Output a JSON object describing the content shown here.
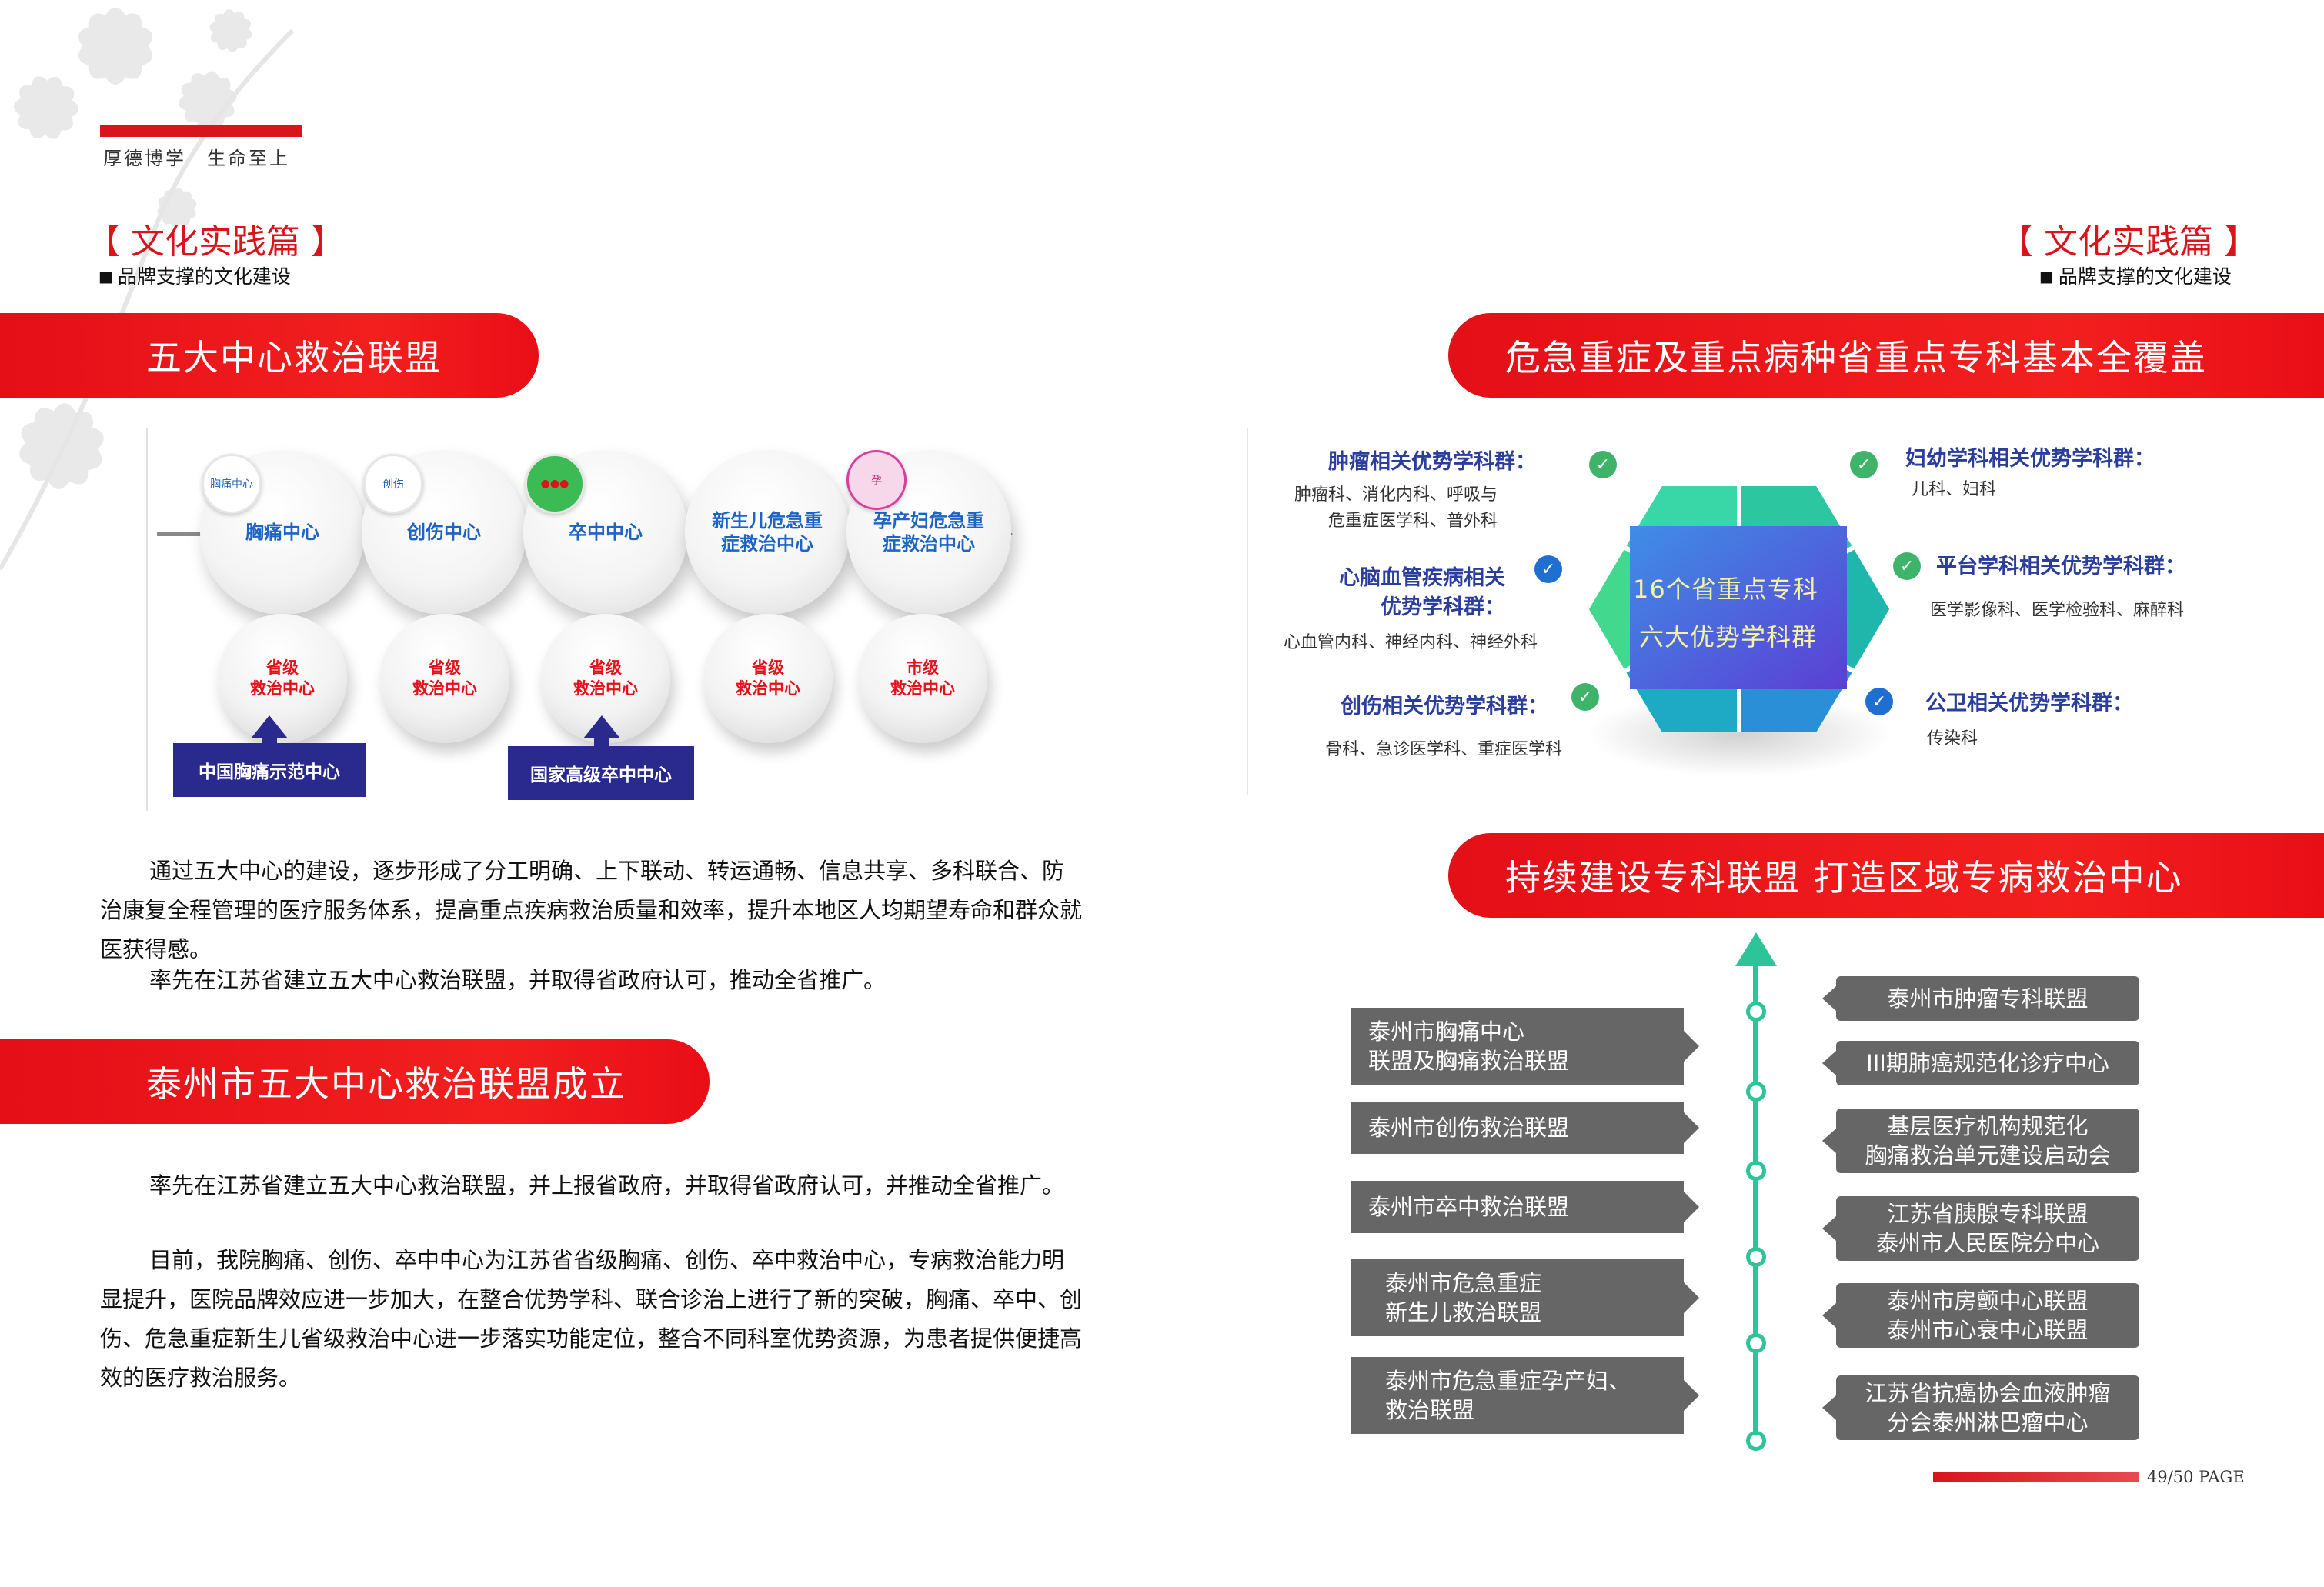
{
  "header": {
    "motto": "厚德博学　生命至上"
  },
  "left": {
    "section_title": "【 文化实践篇 】",
    "section_sub": "品牌支撑的文化建设",
    "banner1": "五大中心救治联盟",
    "centers": [
      {
        "label_line1": "胸痛中心",
        "label_line2": "",
        "level_line1": "省级",
        "level_line2": "救治中心",
        "logo": "胸痛中心"
      },
      {
        "label_line1": "创伤中心",
        "label_line2": "",
        "level_line1": "省级",
        "level_line2": "救治中心",
        "logo": "创伤"
      },
      {
        "label_line1": "卒中中心",
        "label_line2": "",
        "level_line1": "省级",
        "level_line2": "救治中心",
        "logo": "●●●"
      },
      {
        "label_line1": "新生儿危急重",
        "label_line2": "症救治中心",
        "level_line1": "省级",
        "level_line2": "救治中心",
        "logo": ""
      },
      {
        "label_line1": "孕产妇危急重",
        "label_line2": "症救治中心",
        "level_line1": "市级",
        "level_line2": "救治中心",
        "logo": "孕"
      }
    ],
    "badge1": "中国胸痛示范中心",
    "badge2": "国家高级卒中中心",
    "para1": "通过五大中心的建设，逐步形成了分工明确、上下联动、转运通畅、信息共享、多科联合、防治康复全程管理的医疗服务体系，提高重点疾病救治质量和效率，提升本地区人均期望寿命和群众就医获得感。",
    "para2": "率先在江苏省建立五大中心救治联盟，并取得省政府认可，推动全省推广。",
    "banner2": "泰州市五大中心救治联盟成立",
    "para3": "率先在江苏省建立五大中心救治联盟，并上报省政府，并取得省政府认可，并推动全省推广。",
    "para4": "目前，我院胸痛、创伤、卒中中心为江苏省省级胸痛、创伤、卒中救治中心，专病救治能力明显提升，医院品牌效应进一步加大，在整合优势学科、联合诊治上进行了新的突破，胸痛、卒中、创伤、危急重症新生儿省级救治中心进一步落实功能定位，整合不同科室优势资源，为患者提供便捷高效的医疗救治服务。"
  },
  "right": {
    "section_title": "【 文化实践篇 】",
    "section_sub": "品牌支撑的文化建设",
    "banner1": "危急重症及重点病种省重点专科基本全覆盖",
    "hex_line1": "16个省重点专科",
    "hex_line2": "六大优势学科群",
    "groups": [
      {
        "title": "肿瘤相关优势学科群：",
        "items": [
          "肿瘤科、消化内科、呼吸与",
          "危重症医学科、普外科"
        ]
      },
      {
        "title_l1": "心脑血管疾病相关",
        "title_l2": "优势学科群：",
        "items": [
          "心血管内科、神经内科、神经外科"
        ]
      },
      {
        "title": "创伤相关优势学科群：",
        "items": [
          "骨科、急诊医学科、重症医学科"
        ]
      },
      {
        "title": "妇幼学科相关优势学科群：",
        "items": [
          "儿科、妇科"
        ]
      },
      {
        "title": "平台学科相关优势学科群：",
        "items": [
          "医学影像科、医学检验科、麻醉科"
        ]
      },
      {
        "title": "公卫相关优势学科群：",
        "items": [
          "传染科"
        ]
      }
    ],
    "banner2": "持续建设专科联盟  打造区域专病救治中心",
    "left_boxes": [
      [
        "泰州市胸痛中心",
        "联盟及胸痛救治联盟"
      ],
      [
        "泰州市创伤救治联盟"
      ],
      [
        "泰州市卒中救治联盟"
      ],
      [
        "泰州市危急重症",
        "新生儿救治联盟"
      ],
      [
        "泰州市危急重症孕产妇、",
        "救治联盟"
      ]
    ],
    "right_boxes": [
      [
        "泰州市肿瘤专科联盟"
      ],
      [
        "III期肺癌规范化诊疗中心"
      ],
      [
        "基层医疗机构规范化",
        "胸痛救治单元建设启动会"
      ],
      [
        "江苏省胰腺专科联盟",
        "泰州市人民医院分中心"
      ],
      [
        "泰州市房颤中心联盟",
        "泰州市心衰中心联盟"
      ],
      [
        "江苏省抗癌协会血液肿瘤",
        "分会泰州淋巴瘤中心"
      ]
    ],
    "page_number": "49/50  PAGE"
  },
  "colors": {
    "brand_red": "#e40f17",
    "navy": "#2a2a8e",
    "teal": "#2ec49a",
    "title_blue": "#2c3e9b",
    "gray_box": "#666666"
  }
}
